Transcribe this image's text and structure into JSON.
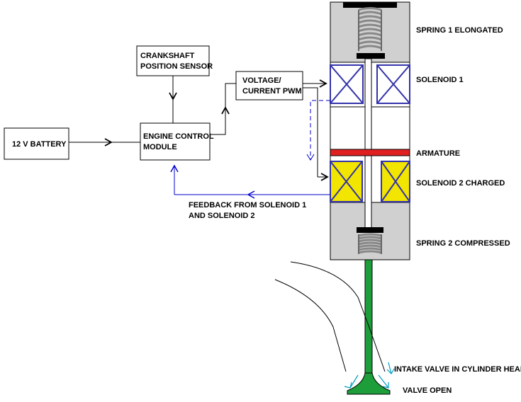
{
  "blocks": {
    "battery": "12 V BATTERY",
    "ecm_line1": "ENGINE CONTROL",
    "ecm_line2": "MODULE",
    "crank_line1": "CRANKSHAFT",
    "crank_line2": "POSITION SENSOR",
    "pwm_line1": "VOLTAGE/",
    "pwm_line2": "CURRENT PWM"
  },
  "feedback": {
    "line1": "FEEDBACK FROM SOLENOID 1",
    "line2": "AND SOLENOID 2"
  },
  "actuator_labels": {
    "spring1": "SPRING 1 ELONGATED",
    "solenoid1": "SOLENOID 1",
    "armature": "ARMATURE",
    "solenoid2": "SOLENOID 2 CHARGED",
    "spring2": "SPRING 2 COMPRESSED"
  },
  "valve_labels": {
    "intake": "INTAKE VALVE IN CYLINDER HEAD",
    "state": "VALVE OPEN"
  },
  "colors": {
    "housing": "#d0d0d0",
    "solenoid_coil": "#3333aa",
    "solenoid2_fill": "#f2e600",
    "armature": "#e02020",
    "valve": "#1e9e3a",
    "signal_line": "#0000cc",
    "airflow": "#00a0c0"
  }
}
